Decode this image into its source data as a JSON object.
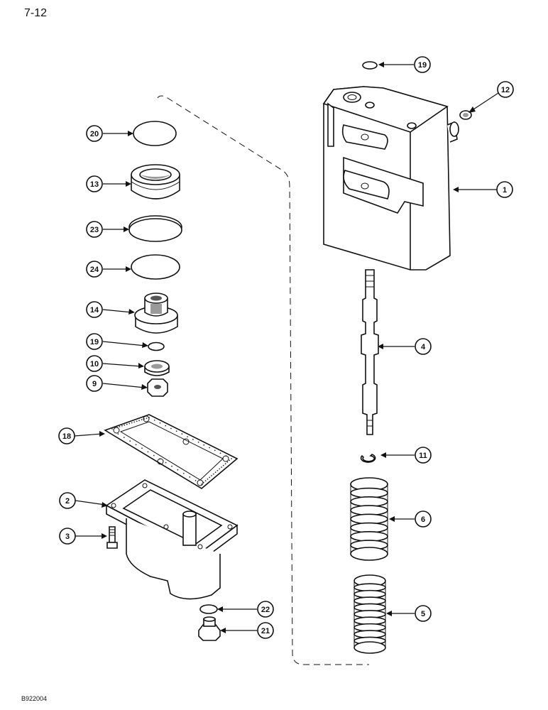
{
  "page": {
    "page_number": "7-12",
    "figure_code": "B922004"
  },
  "callouts": [
    {
      "id": "c19a",
      "label": "19"
    },
    {
      "id": "c12",
      "label": "12"
    },
    {
      "id": "c1",
      "label": "1"
    },
    {
      "id": "c20",
      "label": "20"
    },
    {
      "id": "c13",
      "label": "13"
    },
    {
      "id": "c23",
      "label": "23"
    },
    {
      "id": "c24",
      "label": "24"
    },
    {
      "id": "c14",
      "label": "14"
    },
    {
      "id": "c19b",
      "label": "19"
    },
    {
      "id": "c10",
      "label": "10"
    },
    {
      "id": "c9",
      "label": "9"
    },
    {
      "id": "c4",
      "label": "4"
    },
    {
      "id": "c18",
      "label": "18"
    },
    {
      "id": "c11",
      "label": "11"
    },
    {
      "id": "c2",
      "label": "2"
    },
    {
      "id": "c6",
      "label": "6"
    },
    {
      "id": "c3",
      "label": "3"
    },
    {
      "id": "c22",
      "label": "22"
    },
    {
      "id": "c21",
      "label": "21"
    },
    {
      "id": "c5",
      "label": "5"
    }
  ]
}
